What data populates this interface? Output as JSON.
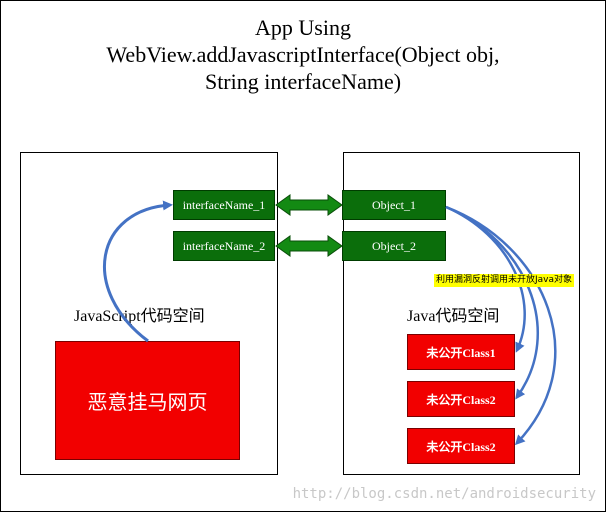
{
  "title": {
    "line1": "App  Using",
    "line2": "WebView.addJavascriptInterface(Object obj,",
    "line3": "String interfaceName)"
  },
  "js_space": {
    "label": "JavaScript代码空间",
    "interfaces": [
      "interfaceName_1",
      "interfaceName_2"
    ],
    "malicious_page": "恶意挂马网页"
  },
  "java_space": {
    "label": "Java代码空间",
    "objects": [
      "Object_1",
      "Object_2"
    ],
    "private_classes": [
      "未公开Class1",
      "未公开Class2",
      "未公开Class2"
    ]
  },
  "callout": "利用漏洞反射调用未开放Java对象",
  "colors": {
    "green_box": "#0b6e0b",
    "green_arrow": "#138a13",
    "red_box": "#f20000",
    "blue_arrow": "#4472c4",
    "callout_bg": "#ffff00"
  },
  "watermark": "http://blog.csdn.net/androidsecurity"
}
